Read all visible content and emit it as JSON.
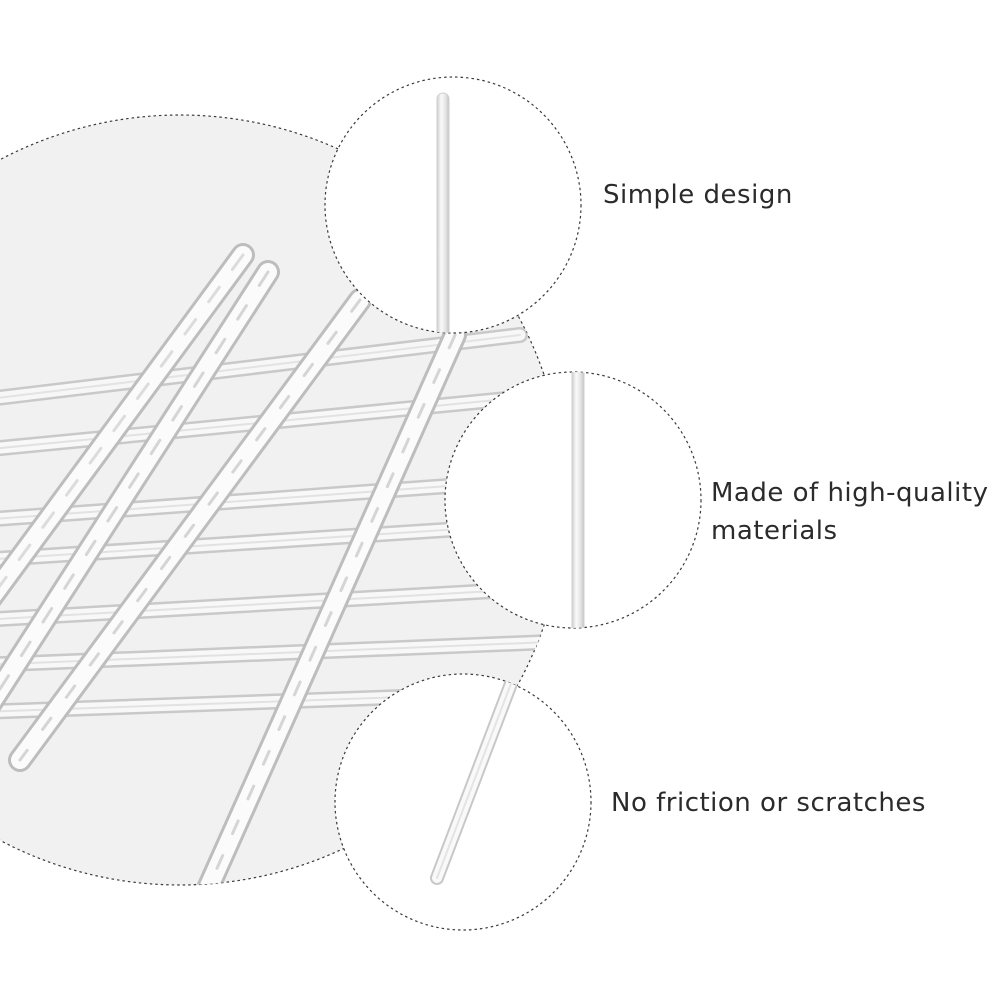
{
  "features": [
    {
      "lines": [
        "Simple design"
      ]
    },
    {
      "lines": [
        "Made of high-quality",
        "materials"
      ]
    },
    {
      "lines": [
        "No friction or scratches"
      ]
    }
  ],
  "colors": {
    "background": "#ffffff",
    "backdrop_circle": "#f1f1f1",
    "dashed_outline": "#3a3a3a",
    "text": "#2b2b2b",
    "rod_edge": "#c9c9c9"
  }
}
